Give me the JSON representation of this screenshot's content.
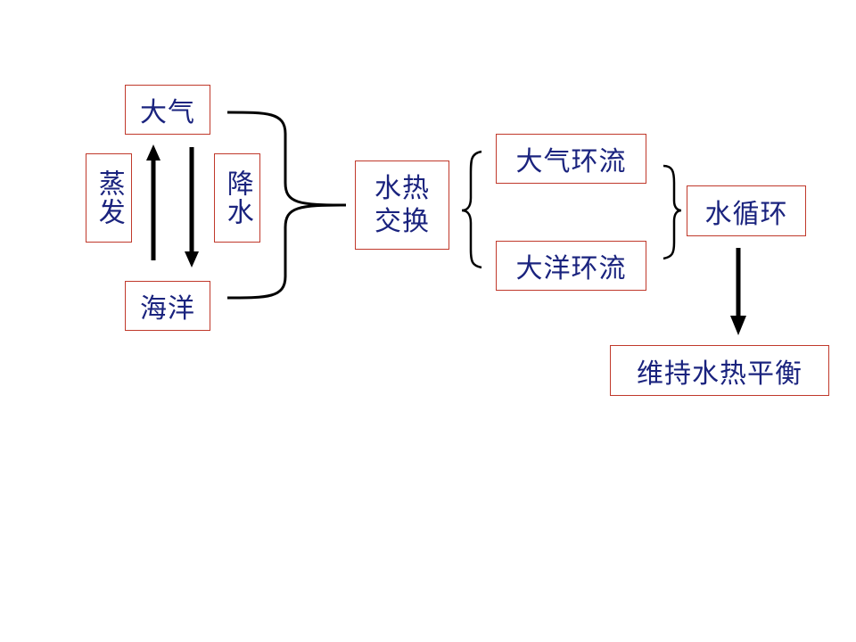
{
  "nodes": {
    "atmosphere": "大气",
    "ocean": "海洋",
    "evaporation": "蒸发",
    "precipitation": "降水",
    "exchange_line1": "水热",
    "exchange_line2": "交换",
    "atmos_circulation": "大气环流",
    "ocean_circulation": "大洋环流",
    "water_cycle": "水循环",
    "balance": "维持水热平衡"
  },
  "colors": {
    "box_border": "#c0392b",
    "text": "#1a237e",
    "line": "#000000"
  }
}
